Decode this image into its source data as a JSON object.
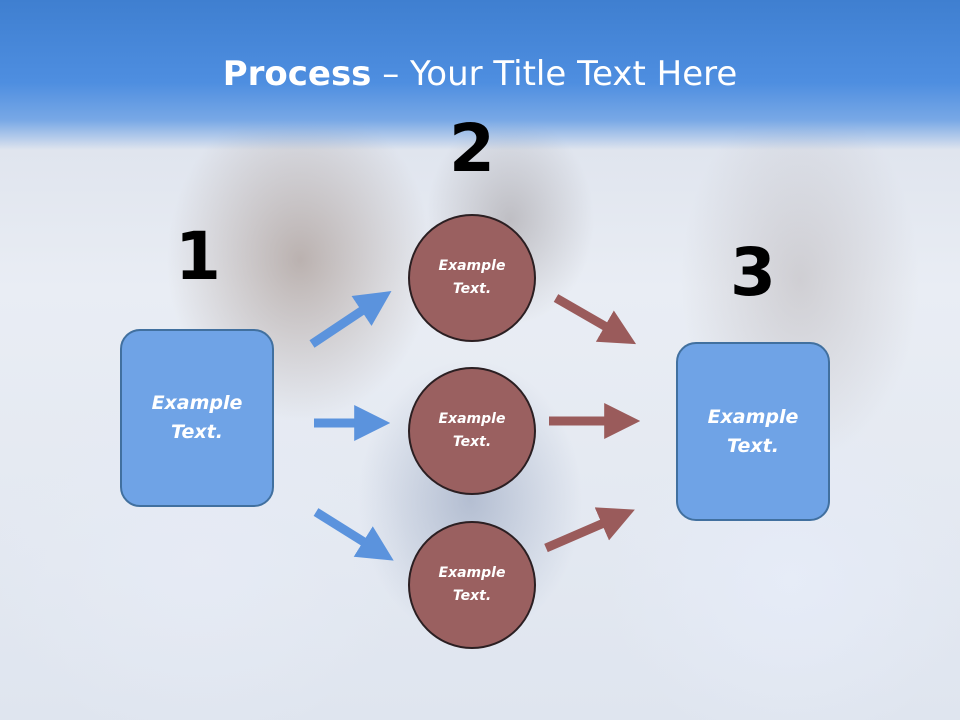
{
  "slide": {
    "title_bold": "Process",
    "title_rest": " – Your Title Text Here"
  },
  "steps": {
    "num1": "1",
    "num2": "2",
    "num3": "3"
  },
  "boxes": {
    "left": "Example Text.",
    "right": "Example Text."
  },
  "circles": {
    "top": "Example Text.",
    "middle": "Example Text.",
    "bottom": "Example Text."
  },
  "colors": {
    "header": "#4e8ee0",
    "box_fill": "#6fa3e6",
    "circle_fill": "#9a6060",
    "blue_arrow": "#5b93dd",
    "brown_arrow": "#9a5b5b"
  }
}
